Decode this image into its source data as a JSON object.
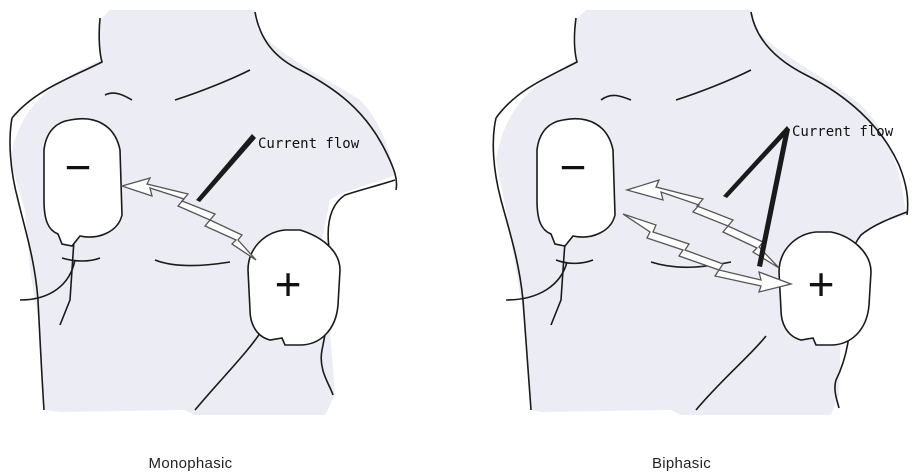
{
  "panels": [
    {
      "caption": "Monophasic",
      "arrow_label": "Current flow",
      "negative_pad_sign": "−",
      "positive_pad_sign": "+"
    },
    {
      "caption": "Biphasic",
      "arrow_label": "Current flow",
      "negative_pad_sign": "−",
      "positive_pad_sign": "+"
    }
  ],
  "colors": {
    "torso_fill": "#ececf4",
    "pad_fill": "#ffffff",
    "line": "#1a1a1a",
    "arrow_outline": "#555555"
  }
}
